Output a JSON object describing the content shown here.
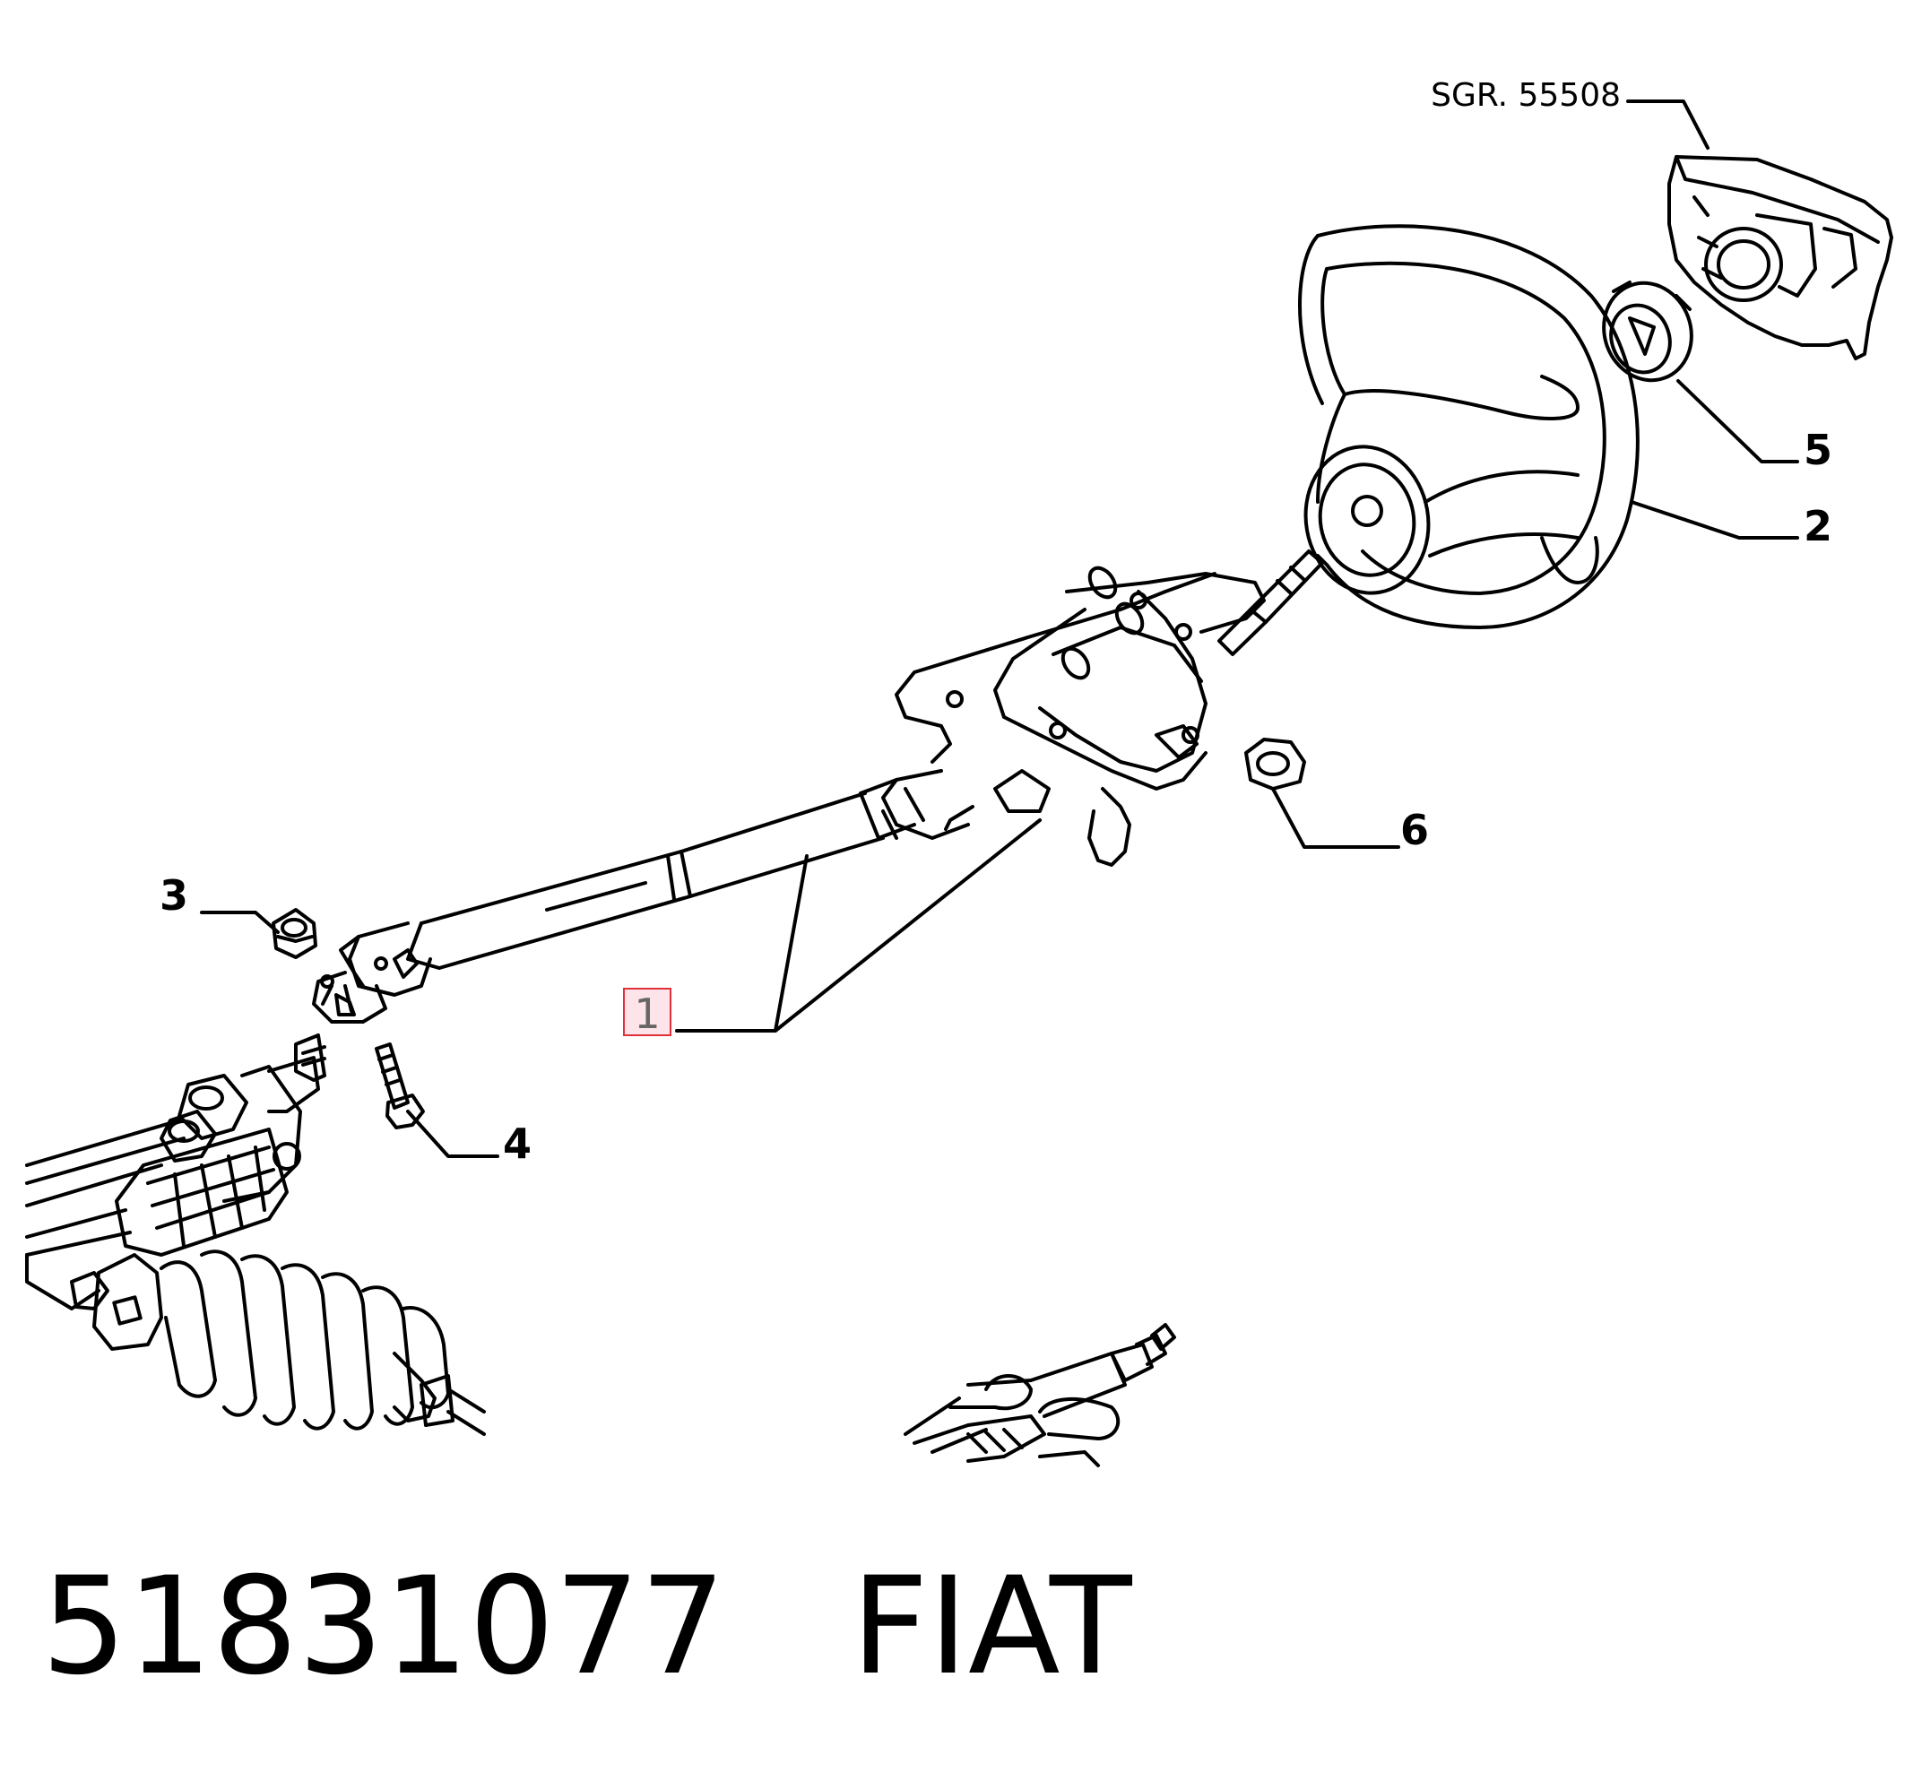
{
  "diagram": {
    "reference": "SGR. 55508",
    "callouts": {
      "c1": "1",
      "c2": "2",
      "c3": "3",
      "c4": "4",
      "c5": "5",
      "c6": "6"
    },
    "highlighted_callout": "1",
    "highlight_color": "#e0303a",
    "line_color": "#000000"
  },
  "footer": {
    "part_number": "51831077",
    "brand": "FIAT"
  }
}
